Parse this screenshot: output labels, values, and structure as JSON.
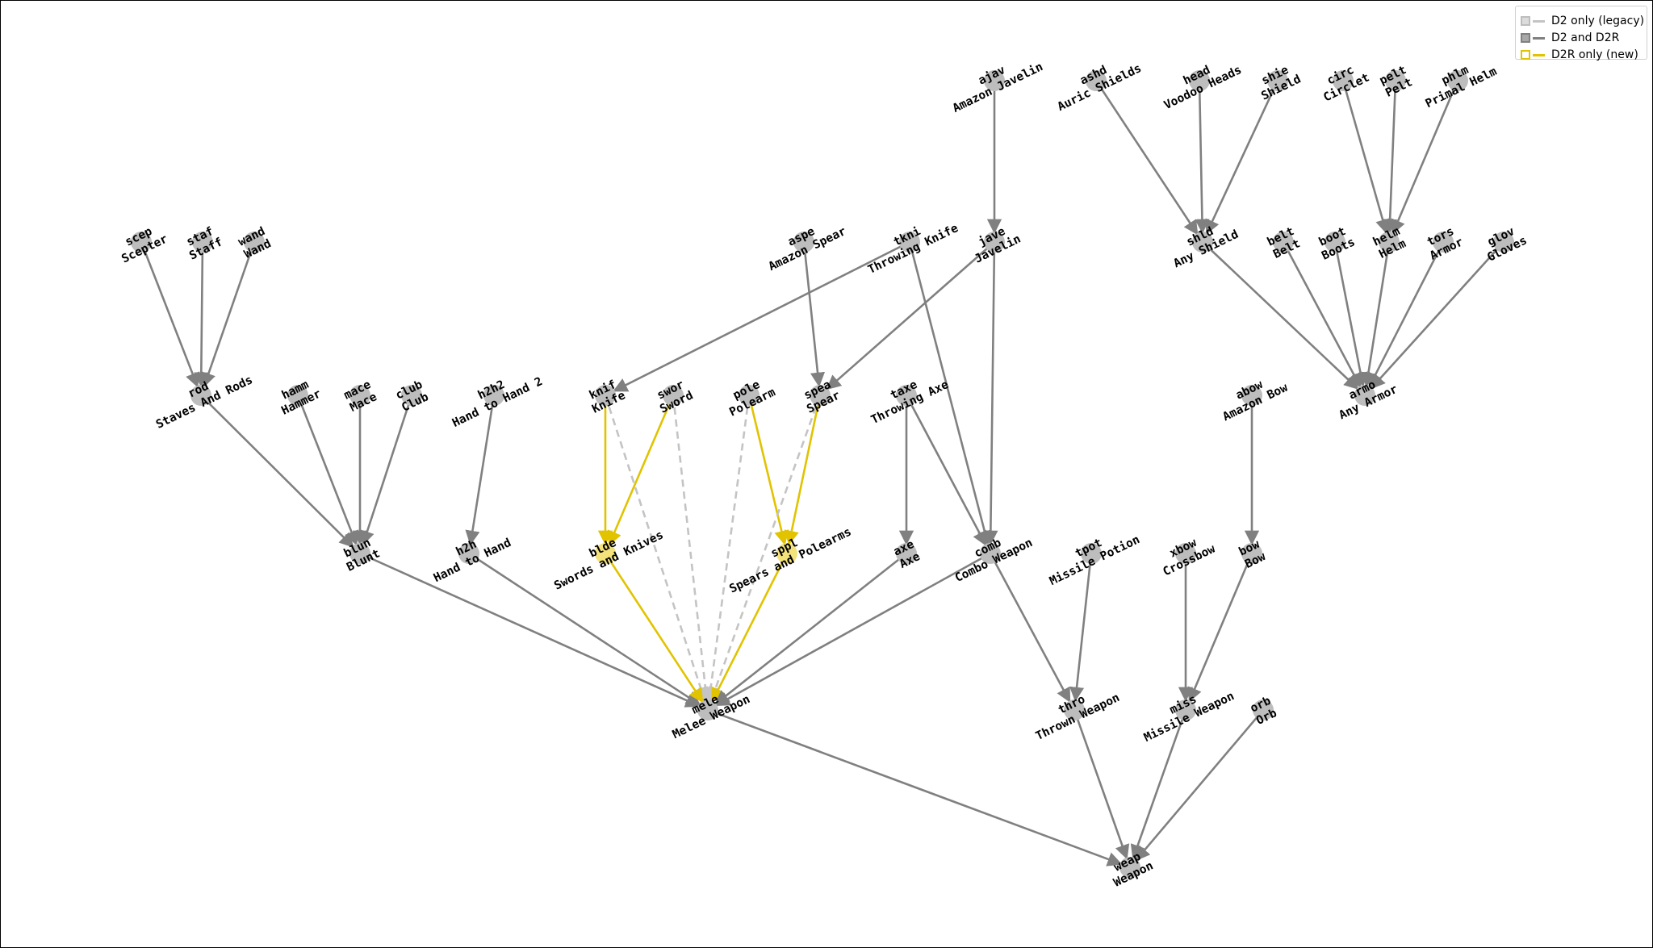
{
  "legend": {
    "entries": [
      {
        "label": "D2 only (legacy)",
        "fill": "#dcdcdc",
        "stroke": "#bdbdbd"
      },
      {
        "label": "D2 and D2R",
        "fill": "#a8a8a8",
        "stroke": "#808080"
      },
      {
        "label": "D2R only (new)",
        "fill": "#ffffff",
        "stroke": "#e1c300"
      }
    ]
  },
  "colors": {
    "node_fill": "#bdbdbd",
    "edge_both": "#808080",
    "edge_legacy": "#c4c4c4",
    "edge_new": "#e1c300",
    "node_new_fill": "#f4e27a"
  },
  "nodes": [
    {
      "id": "ajav",
      "code": "ajav",
      "name": "Amazon Javelin"
    },
    {
      "id": "ashd",
      "code": "ashd",
      "name": "Auric Shields"
    },
    {
      "id": "head",
      "code": "head",
      "name": "Voodoo Heads"
    },
    {
      "id": "shie",
      "code": "shie",
      "name": "Shield"
    },
    {
      "id": "circ",
      "code": "circ",
      "name": "Circlet"
    },
    {
      "id": "pelt",
      "code": "pelt",
      "name": "Pelt"
    },
    {
      "id": "phlm",
      "code": "phlm",
      "name": "Primal Helm"
    },
    {
      "id": "scep",
      "code": "scep",
      "name": "Scepter"
    },
    {
      "id": "staf",
      "code": "staf",
      "name": "Staff"
    },
    {
      "id": "wand",
      "code": "wand",
      "name": "Wand"
    },
    {
      "id": "aspe",
      "code": "aspe",
      "name": "Amazon Spear"
    },
    {
      "id": "tkni",
      "code": "tkni",
      "name": "Throwing Knife"
    },
    {
      "id": "jave",
      "code": "jave",
      "name": "Javelin"
    },
    {
      "id": "shld",
      "code": "shld",
      "name": "Any Shield"
    },
    {
      "id": "belt",
      "code": "belt",
      "name": "Belt"
    },
    {
      "id": "boot",
      "code": "boot",
      "name": "Boots"
    },
    {
      "id": "helm",
      "code": "helm",
      "name": "Helm"
    },
    {
      "id": "tors",
      "code": "tors",
      "name": "Armor"
    },
    {
      "id": "glov",
      "code": "glov",
      "name": "Gloves"
    },
    {
      "id": "rod",
      "code": "rod",
      "name": "Staves And Rods"
    },
    {
      "id": "hamm",
      "code": "hamm",
      "name": "Hammer"
    },
    {
      "id": "mace",
      "code": "mace",
      "name": "Mace"
    },
    {
      "id": "club",
      "code": "club",
      "name": "Club"
    },
    {
      "id": "h2h2",
      "code": "h2h2",
      "name": "Hand to Hand 2"
    },
    {
      "id": "knif",
      "code": "knif",
      "name": "Knife"
    },
    {
      "id": "swor",
      "code": "swor",
      "name": "Sword"
    },
    {
      "id": "pole",
      "code": "pole",
      "name": "Polearm"
    },
    {
      "id": "spea",
      "code": "spea",
      "name": "Spear"
    },
    {
      "id": "taxe",
      "code": "taxe",
      "name": "Throwing Axe"
    },
    {
      "id": "armo",
      "code": "armo",
      "name": "Any Armor"
    },
    {
      "id": "abow",
      "code": "abow",
      "name": "Amazon Bow"
    },
    {
      "id": "blun",
      "code": "blun",
      "name": "Blunt"
    },
    {
      "id": "h2h",
      "code": "h2h",
      "name": "Hand to Hand"
    },
    {
      "id": "blde",
      "code": "blde",
      "name": "Swords and Knives"
    },
    {
      "id": "sppl",
      "code": "sppl",
      "name": "Spears and Polearms"
    },
    {
      "id": "axe",
      "code": "axe",
      "name": "Axe"
    },
    {
      "id": "comb",
      "code": "comb",
      "name": "Combo Weapon"
    },
    {
      "id": "tpot",
      "code": "tpot",
      "name": "Missile Potion"
    },
    {
      "id": "xbow",
      "code": "xbow",
      "name": "Crossbow"
    },
    {
      "id": "bow",
      "code": "bow",
      "name": "Bow"
    },
    {
      "id": "mele",
      "code": "mele",
      "name": "Melee Weapon"
    },
    {
      "id": "thro",
      "code": "thro",
      "name": "Thrown Weapon"
    },
    {
      "id": "miss",
      "code": "miss",
      "name": "Missile Weapon"
    },
    {
      "id": "orb",
      "code": "orb",
      "name": "Orb"
    },
    {
      "id": "weap",
      "code": "weap",
      "name": "Weapon"
    }
  ],
  "edges": [
    {
      "from": "ajav",
      "to": "jave",
      "status": "both"
    },
    {
      "from": "ashd",
      "to": "shld",
      "status": "both"
    },
    {
      "from": "head",
      "to": "shld",
      "status": "both"
    },
    {
      "from": "shie",
      "to": "shld",
      "status": "both"
    },
    {
      "from": "circ",
      "to": "helm",
      "status": "both"
    },
    {
      "from": "pelt",
      "to": "helm",
      "status": "both"
    },
    {
      "from": "phlm",
      "to": "helm",
      "status": "both"
    },
    {
      "from": "scep",
      "to": "rod",
      "status": "both"
    },
    {
      "from": "staf",
      "to": "rod",
      "status": "both"
    },
    {
      "from": "wand",
      "to": "rod",
      "status": "both"
    },
    {
      "from": "aspe",
      "to": "spea",
      "status": "both"
    },
    {
      "from": "tkni",
      "to": "knif",
      "status": "both"
    },
    {
      "from": "tkni",
      "to": "comb",
      "status": "both"
    },
    {
      "from": "jave",
      "to": "spea",
      "status": "both"
    },
    {
      "from": "jave",
      "to": "comb",
      "status": "both"
    },
    {
      "from": "shld",
      "to": "armo",
      "status": "both"
    },
    {
      "from": "belt",
      "to": "armo",
      "status": "both"
    },
    {
      "from": "boot",
      "to": "armo",
      "status": "both"
    },
    {
      "from": "helm",
      "to": "armo",
      "status": "both"
    },
    {
      "from": "tors",
      "to": "armo",
      "status": "both"
    },
    {
      "from": "glov",
      "to": "armo",
      "status": "both"
    },
    {
      "from": "rod",
      "to": "blun",
      "status": "both"
    },
    {
      "from": "hamm",
      "to": "blun",
      "status": "both"
    },
    {
      "from": "mace",
      "to": "blun",
      "status": "both"
    },
    {
      "from": "club",
      "to": "blun",
      "status": "both"
    },
    {
      "from": "h2h2",
      "to": "h2h",
      "status": "both"
    },
    {
      "from": "knif",
      "to": "blde",
      "status": "new"
    },
    {
      "from": "swor",
      "to": "blde",
      "status": "new"
    },
    {
      "from": "pole",
      "to": "sppl",
      "status": "new"
    },
    {
      "from": "spea",
      "to": "sppl",
      "status": "new"
    },
    {
      "from": "knif",
      "to": "mele",
      "status": "legacy"
    },
    {
      "from": "swor",
      "to": "mele",
      "status": "legacy"
    },
    {
      "from": "pole",
      "to": "mele",
      "status": "legacy"
    },
    {
      "from": "spea",
      "to": "mele",
      "status": "legacy"
    },
    {
      "from": "taxe",
      "to": "axe",
      "status": "both"
    },
    {
      "from": "taxe",
      "to": "comb",
      "status": "both"
    },
    {
      "from": "abow",
      "to": "bow",
      "status": "both"
    },
    {
      "from": "blun",
      "to": "mele",
      "status": "both"
    },
    {
      "from": "h2h",
      "to": "mele",
      "status": "both"
    },
    {
      "from": "blde",
      "to": "mele",
      "status": "new"
    },
    {
      "from": "sppl",
      "to": "mele",
      "status": "new"
    },
    {
      "from": "axe",
      "to": "mele",
      "status": "both"
    },
    {
      "from": "comb",
      "to": "mele",
      "status": "both"
    },
    {
      "from": "comb",
      "to": "thro",
      "status": "both"
    },
    {
      "from": "tpot",
      "to": "thro",
      "status": "both"
    },
    {
      "from": "xbow",
      "to": "miss",
      "status": "both"
    },
    {
      "from": "bow",
      "to": "miss",
      "status": "both"
    },
    {
      "from": "mele",
      "to": "weap",
      "status": "both"
    },
    {
      "from": "thro",
      "to": "weap",
      "status": "both"
    },
    {
      "from": "miss",
      "to": "weap",
      "status": "both"
    },
    {
      "from": "orb",
      "to": "weap",
      "status": "both"
    }
  ]
}
